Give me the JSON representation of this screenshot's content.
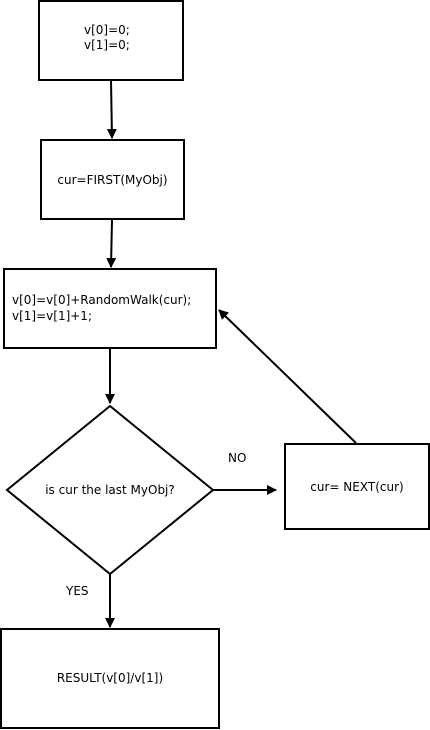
{
  "diagram": {
    "nodes": {
      "init": {
        "lines": [
          "v[0]=0;",
          "v[1]=0;"
        ]
      },
      "first": {
        "text": "cur=FIRST(MyObj)"
      },
      "update": {
        "lines": [
          "v[0]=v[0]+RandomWalk(cur);",
          "v[1]=v[1]+1;"
        ]
      },
      "decision": {
        "text": "is cur the last MyObj?"
      },
      "next": {
        "text": "cur= NEXT(cur)"
      },
      "result": {
        "text": "RESULT(v[0]/v[1])"
      }
    },
    "edge_labels": {
      "no": "NO",
      "yes": "YES"
    }
  }
}
